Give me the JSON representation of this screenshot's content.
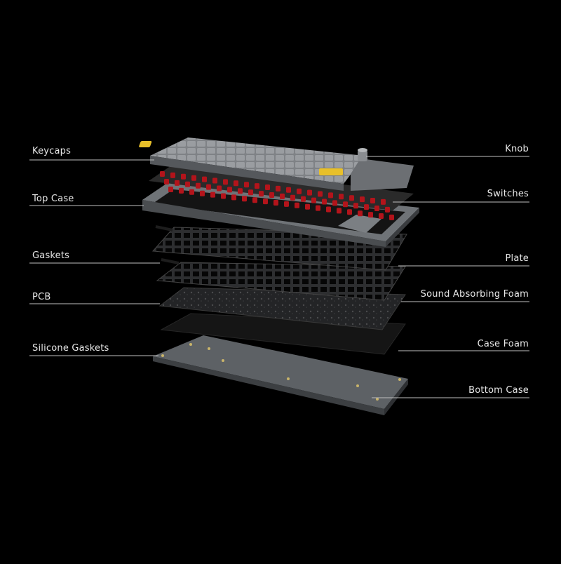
{
  "labels": {
    "left": [
      "Keycaps",
      "Top Case",
      "Gaskets",
      "PCB",
      "Silicone Gaskets"
    ],
    "right": [
      "Knob",
      "Switches",
      "Plate",
      "Sound Absorbing Foam",
      "Case Foam",
      "Bottom Case"
    ]
  },
  "colors": {
    "background": "#000000",
    "label_text": "#e8e8e8",
    "leader_line": "#bfbfbf",
    "keycap_grey": "#8d9094",
    "keycap_dark": "#5f6266",
    "accent_yellow": "#e8c02a",
    "switch_red": "#b3141b",
    "case_grey": "#6d7175",
    "plate_dark": "#2b2c2e",
    "foam_dark": "#141414"
  }
}
